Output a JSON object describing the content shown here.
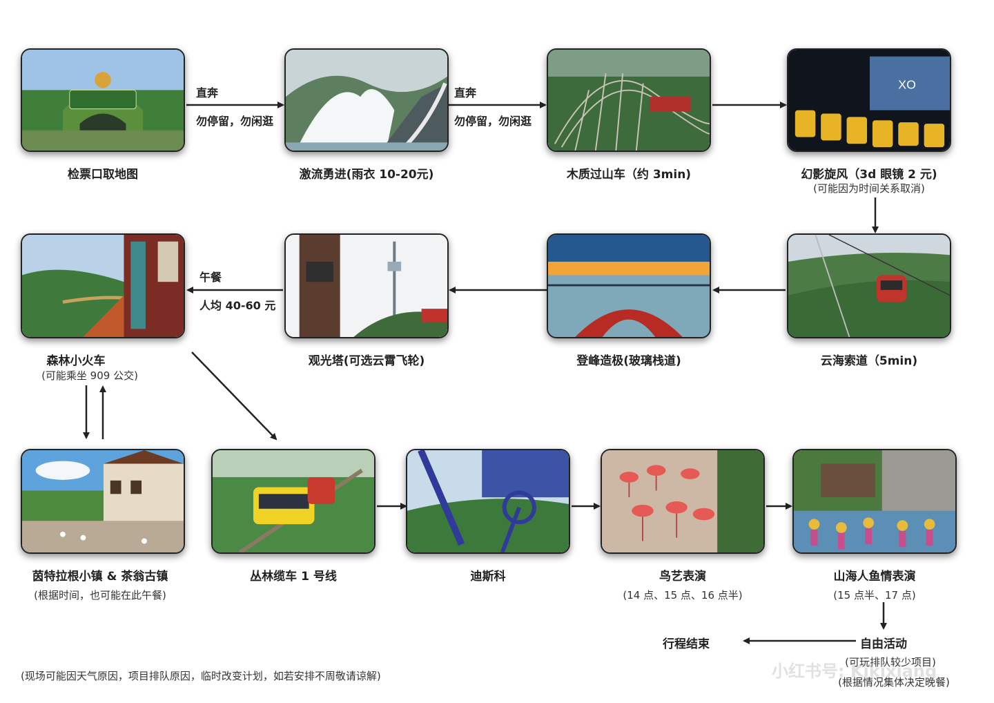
{
  "row1": [
    {
      "caption": "检票口取地图",
      "sub": ""
    },
    {
      "caption": "激流勇进(雨衣 10-20元)",
      "sub": ""
    },
    {
      "caption": "木质过山车（约 3min)",
      "sub": ""
    },
    {
      "caption": "幻影旋风（3d 眼镜 2 元)",
      "sub": "(可能因为时间关系取消)"
    }
  ],
  "row2": [
    {
      "caption": "森林小火车",
      "sub": "(可能乘坐 909 公交)"
    },
    {
      "caption": "观光塔(可选云霄飞轮)",
      "sub": ""
    },
    {
      "caption": "登峰造极(玻璃栈道)",
      "sub": ""
    },
    {
      "caption": "云海索道（5min)",
      "sub": ""
    }
  ],
  "row3": [
    {
      "caption": "茵特拉根小镇 & 茶翁古镇",
      "sub": "(根据时间，也可能在此午餐)"
    },
    {
      "caption": "丛林缆车 1 号线",
      "sub": ""
    },
    {
      "caption": "迪斯科",
      "sub": ""
    },
    {
      "caption": "鸟艺表演",
      "sub": "(14 点、15 点、16 点半)"
    },
    {
      "caption": "山海人鱼情表演",
      "sub": "(15 点半、17 点)"
    }
  ],
  "arrow_labels": {
    "a1_top": "直奔",
    "a1_bottom": "勿停留，勿闲逛",
    "a2_top": "直奔",
    "a2_bottom": "勿停留，勿闲逛",
    "lunch_top": "午餐",
    "lunch_bottom": "人均 40-60 元"
  },
  "ending": {
    "end_label": "行程结束",
    "free_label": "自由活动",
    "free_sub1": "(可玩排队较少项目)",
    "free_sub2": "(根据情况集体决定晚餐)"
  },
  "footer_note": "(现场可能因天气原因，项目排队原因，临时改变计划，如若安排不周敬请谅解)",
  "watermark": "小红书号: Kikixiang",
  "colors": {
    "arrow": "#222222",
    "text": "#222222"
  }
}
